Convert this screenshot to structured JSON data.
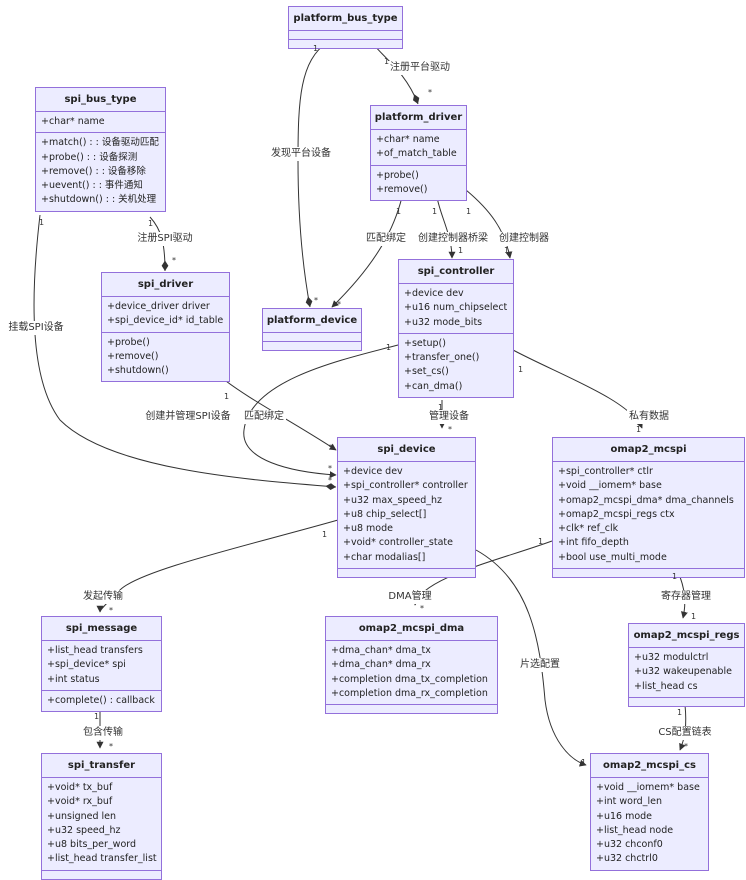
{
  "classes": {
    "platform_bus_type": {
      "name": "platform_bus_type",
      "attrs": [],
      "methods": []
    },
    "platform_driver": {
      "name": "platform_driver",
      "attrs": [
        "+char* name",
        "+of_match_table"
      ],
      "methods": [
        "+probe()",
        "+remove()"
      ]
    },
    "spi_bus_type": {
      "name": "spi_bus_type",
      "attrs": [
        "+char* name"
      ],
      "methods": [
        "+match() : : 设备驱动匹配",
        "+probe() : : 设备探测",
        "+remove() : : 设备移除",
        "+uevent() : : 事件通知",
        "+shutdown() : : 关机处理"
      ]
    },
    "spi_driver": {
      "name": "spi_driver",
      "attrs": [
        "+device_driver driver",
        "+spi_device_id* id_table"
      ],
      "methods": [
        "+probe()",
        "+remove()",
        "+shutdown()"
      ]
    },
    "platform_device": {
      "name": "platform_device",
      "attrs": [],
      "methods": []
    },
    "spi_controller": {
      "name": "spi_controller",
      "attrs": [
        "+device dev",
        "+u16 num_chipselect",
        "+u32 mode_bits"
      ],
      "methods": [
        "+setup()",
        "+transfer_one()",
        "+set_cs()",
        "+can_dma()"
      ]
    },
    "spi_device": {
      "name": "spi_device",
      "attrs": [
        "+device dev",
        "+spi_controller* controller",
        "+u32 max_speed_hz",
        "+u8 chip_select[]",
        "+u8 mode",
        "+void* controller_state",
        "+char modalias[]"
      ],
      "methods": []
    },
    "omap2_mcspi": {
      "name": "omap2_mcspi",
      "attrs": [
        "+spi_controller* ctlr",
        "+void __iomem* base",
        "+omap2_mcspi_dma* dma_channels",
        "+omap2_mcspi_regs ctx",
        "+clk* ref_clk",
        "+int fifo_depth",
        "+bool use_multi_mode"
      ],
      "methods": []
    },
    "spi_message": {
      "name": "spi_message",
      "attrs": [
        "+list_head transfers",
        "+spi_device* spi",
        "+int status"
      ],
      "methods": [
        "+complete() : callback"
      ]
    },
    "omap2_mcspi_dma": {
      "name": "omap2_mcspi_dma",
      "attrs": [
        "+dma_chan* dma_tx",
        "+dma_chan* dma_rx",
        "+completion dma_tx_completion",
        "+completion dma_rx_completion"
      ],
      "methods": []
    },
    "omap2_mcspi_regs": {
      "name": "omap2_mcspi_regs",
      "attrs": [
        "+u32 modulctrl",
        "+u32 wakeupenable",
        "+list_head cs"
      ],
      "methods": []
    },
    "spi_transfer": {
      "name": "spi_transfer",
      "attrs": [
        "+void* tx_buf",
        "+void* rx_buf",
        "+unsigned len",
        "+u32 speed_hz",
        "+u8 bits_per_word",
        "+list_head transfer_list"
      ],
      "methods": []
    },
    "omap2_mcspi_cs": {
      "name": "omap2_mcspi_cs",
      "attrs": [
        "+void __iomem* base",
        "+int word_len",
        "+u16 mode",
        "+list_head node",
        "+u32 chconf0",
        "+u32 chctrl0"
      ],
      "methods": []
    }
  },
  "relations": [
    {
      "id": "r1",
      "label": "注册平台驱动",
      "from": "platform_bus_type",
      "to": "platform_driver",
      "card_from": "1",
      "card_to": "*",
      "type": "composition"
    },
    {
      "id": "r2",
      "label": "发现平台设备",
      "from": "platform_bus_type",
      "to": "platform_device",
      "card_from": "1",
      "card_to": "*",
      "type": "composition"
    },
    {
      "id": "r3",
      "label": "注册SPI驱动",
      "from": "spi_bus_type",
      "to": "spi_driver",
      "card_from": "1",
      "card_to": "*",
      "type": "composition"
    },
    {
      "id": "r4",
      "label": "匹配绑定",
      "from": "platform_driver",
      "to": "platform_device",
      "card_from": "1",
      "card_to": "*",
      "type": "association"
    },
    {
      "id": "r5",
      "label": "创建控制器桥梁",
      "from": "platform_driver",
      "to": "spi_controller",
      "card_from": "1",
      "card_to": "1",
      "type": "association"
    },
    {
      "id": "r6",
      "label": "创建控制器",
      "from": "platform_driver",
      "to": "spi_controller",
      "card_from": "1",
      "card_to": "1",
      "type": "association"
    },
    {
      "id": "r7",
      "label": "挂载SPI设备",
      "from": "spi_bus_type",
      "to": "spi_device",
      "card_from": "1",
      "card_to": "*",
      "type": "composition"
    },
    {
      "id": "r8",
      "label": "创建并管理SPI设备",
      "from": "spi_controller",
      "to": "spi_device",
      "card_from": "1",
      "card_to": "*",
      "type": "association"
    },
    {
      "id": "r9",
      "label": "匹配绑定",
      "from": "spi_driver",
      "to": "spi_device",
      "card_from": "1",
      "card_to": "*",
      "type": "association"
    },
    {
      "id": "r10",
      "label": "管理设备",
      "from": "spi_controller",
      "to": "spi_device",
      "card_from": "1",
      "card_to": "*",
      "type": "association"
    },
    {
      "id": "r11",
      "label": "私有数据",
      "from": "spi_controller",
      "to": "omap2_mcspi",
      "card_from": "1",
      "card_to": "1",
      "type": "association"
    },
    {
      "id": "r12",
      "label": "发起传输",
      "from": "spi_device",
      "to": "spi_message",
      "card_from": "1",
      "card_to": "*",
      "type": "association"
    },
    {
      "id": "r13",
      "label": "DMA管理",
      "from": "omap2_mcspi",
      "to": "omap2_mcspi_dma",
      "card_from": "1",
      "card_to": "*",
      "type": "association"
    },
    {
      "id": "r14",
      "label": "寄存器管理",
      "from": "omap2_mcspi",
      "to": "omap2_mcspi_regs",
      "card_from": "1",
      "card_to": "1",
      "type": "association"
    },
    {
      "id": "r15",
      "label": "片选配置",
      "from": "spi_device",
      "to": "omap2_mcspi_cs",
      "card_from": "",
      "card_to": "1",
      "type": "association"
    },
    {
      "id": "r16",
      "label": "包含传输",
      "from": "spi_message",
      "to": "spi_transfer",
      "card_from": "1",
      "card_to": "*",
      "type": "association"
    },
    {
      "id": "r17",
      "label": "CS配置链表",
      "from": "omap2_mcspi_regs",
      "to": "omap2_mcspi_cs",
      "card_from": "1",
      "card_to": "*",
      "type": "association"
    }
  ],
  "colors": {
    "node_fill": "#ececff",
    "node_border": "#9370db",
    "edge": "#333333",
    "label_bg": "#ffffff"
  }
}
